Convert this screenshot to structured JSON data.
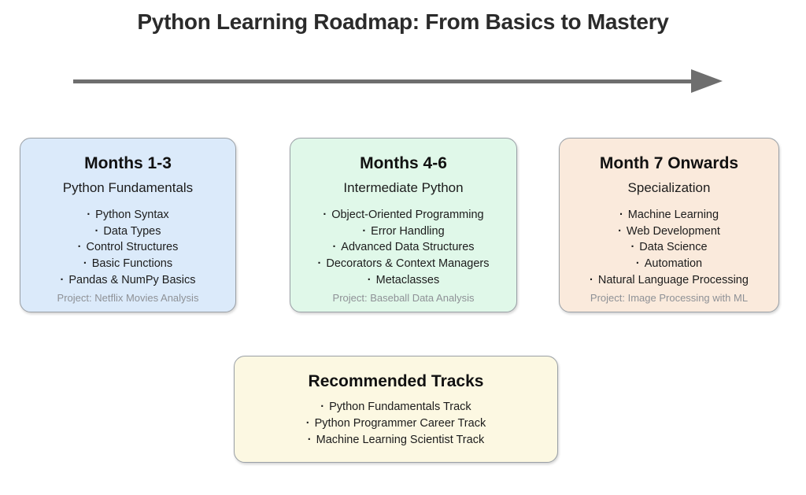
{
  "title": "Python Learning Roadmap: From Basics to Mastery",
  "colors": {
    "arrow": "#6e6e6e",
    "card_border": "#9aa0a6",
    "stage1_bg": "#dbeafa",
    "stage2_bg": "#e0f8e9",
    "stage3_bg": "#faeadc",
    "tracks_bg": "#fcf8e2",
    "title_text": "#2b2b2b",
    "body_text": "#1c1c1c",
    "project_text": "#8e9196"
  },
  "stages": [
    {
      "period": "Months 1-3",
      "subtitle": "Python Fundamentals",
      "topics": [
        "Python Syntax",
        "Data Types",
        "Control Structures",
        "Basic Functions",
        "Pandas & NumPy Basics"
      ],
      "project": "Project: Netflix Movies Analysis",
      "bg_color": "#dbeafa"
    },
    {
      "period": "Months 4-6",
      "subtitle": "Intermediate Python",
      "topics": [
        "Object-Oriented Programming",
        "Error Handling",
        "Advanced Data Structures",
        "Decorators & Context Managers",
        "Metaclasses"
      ],
      "project": "Project: Baseball Data Analysis",
      "bg_color": "#e0f8e9"
    },
    {
      "period": "Month 7 Onwards",
      "subtitle": "Specialization",
      "topics": [
        "Machine Learning",
        "Web Development",
        "Data Science",
        "Automation",
        "Natural Language Processing"
      ],
      "project": "Project: Image Processing with ML",
      "bg_color": "#faeadc"
    }
  ],
  "tracks": {
    "title": "Recommended Tracks",
    "items": [
      "Python Fundamentals Track",
      "Python Programmer Career Track",
      "Machine Learning Scientist Track"
    ],
    "bg_color": "#fcf8e2"
  }
}
